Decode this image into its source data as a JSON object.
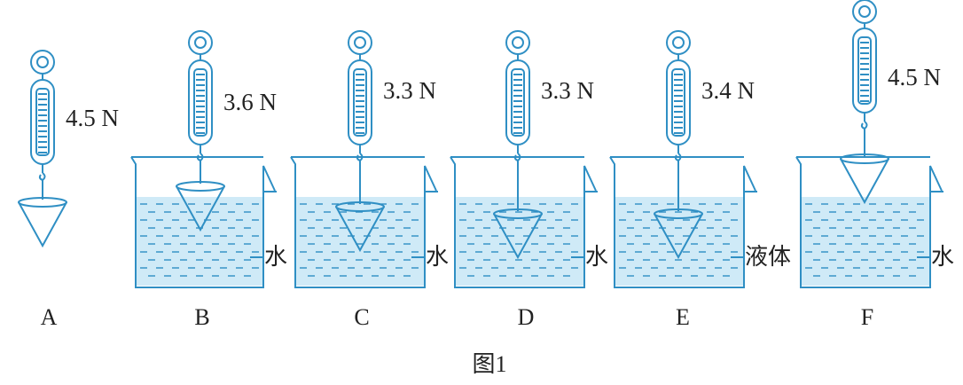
{
  "figure": {
    "caption": "图1",
    "panels": [
      {
        "label": "A",
        "reading": "4.5 N",
        "beaker": false,
        "liquid": "",
        "cone": "hanging-in-air"
      },
      {
        "label": "B",
        "reading": "3.6 N",
        "beaker": true,
        "liquid": "水",
        "cone": "partly-submerged"
      },
      {
        "label": "C",
        "reading": "3.3 N",
        "beaker": true,
        "liquid": "水",
        "cone": "fully-submerged"
      },
      {
        "label": "D",
        "reading": "3.3 N",
        "beaker": true,
        "liquid": "水",
        "cone": "fully-submerged-deeper"
      },
      {
        "label": "E",
        "reading": "3.4 N",
        "beaker": true,
        "liquid": "液体",
        "cone": "fully-submerged-deeper"
      },
      {
        "label": "F",
        "reading": "4.5 N",
        "beaker": true,
        "liquid": "水",
        "cone": "above-liquid"
      }
    ]
  },
  "colors": {
    "line": "#2f8fc4",
    "liquid_fill": "#cfeaf7",
    "text": "#222222"
  },
  "icons": [
    "spring-scale-icon",
    "cone-icon",
    "beaker-icon"
  ]
}
